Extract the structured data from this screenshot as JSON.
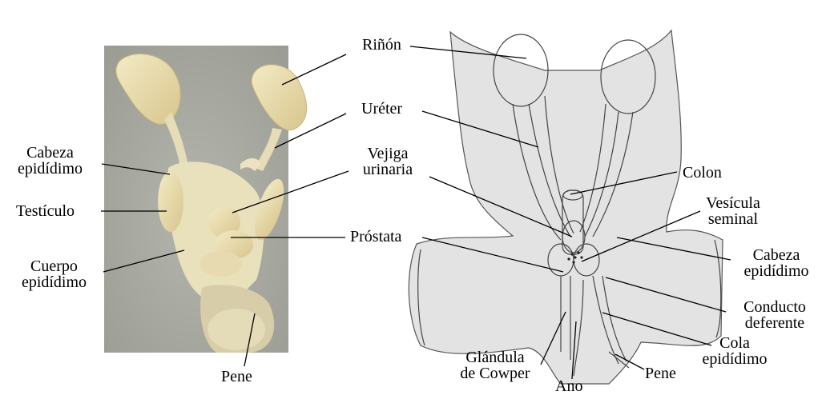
{
  "labels": {
    "rinon": "Riñón",
    "ureter": "Uréter",
    "vejiga_1": "Vejiga",
    "vejiga_2": "urinaria",
    "prostata": "Próstata",
    "cabeza_left_1": "Cabeza",
    "cabeza_left_2": "epidídimo",
    "testiculo": "Testículo",
    "cuerpo_1": "Cuerpo",
    "cuerpo_2": "epidídimo",
    "pene_left": "Pene",
    "colon": "Colon",
    "vesicula_1": "Vesícula",
    "vesicula_2": "seminal",
    "cabeza_right_1": "Cabeza",
    "cabeza_right_2": "epidídimo",
    "conducto_1": "Conducto",
    "conducto_2": "deferente",
    "cola_1": "Cola",
    "cola_2": "epidídimo",
    "pene_right": "Pene",
    "glandula_1": "Glándula",
    "glandula_2": "de Cowper",
    "ano": "Ano"
  },
  "colors": {
    "photo_background": "#a9aaa2",
    "organ_fill": "#e9ddb0",
    "drawing_fill": "#e2e2e2",
    "line": "#000000"
  }
}
